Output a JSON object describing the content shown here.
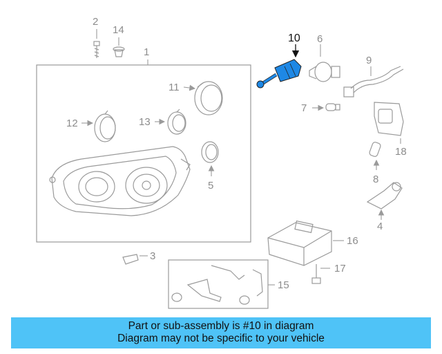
{
  "callouts": {
    "c1": "1",
    "c2": "2",
    "c3": "3",
    "c4": "4",
    "c5": "5",
    "c6": "6",
    "c7": "7",
    "c8": "8",
    "c9": "9",
    "c10": "10",
    "c11": "11",
    "c12": "12",
    "c13": "13",
    "c14": "14",
    "c15": "15",
    "c16": "16",
    "c17": "17",
    "c18": "18"
  },
  "highlight": {
    "callout": "10",
    "color": "#1e88e5"
  },
  "banner": {
    "line1": "Part or sub-assembly is #10 in diagram",
    "line2": "Diagram may not be specific to your vehicle",
    "background": "#4fc3f7"
  }
}
